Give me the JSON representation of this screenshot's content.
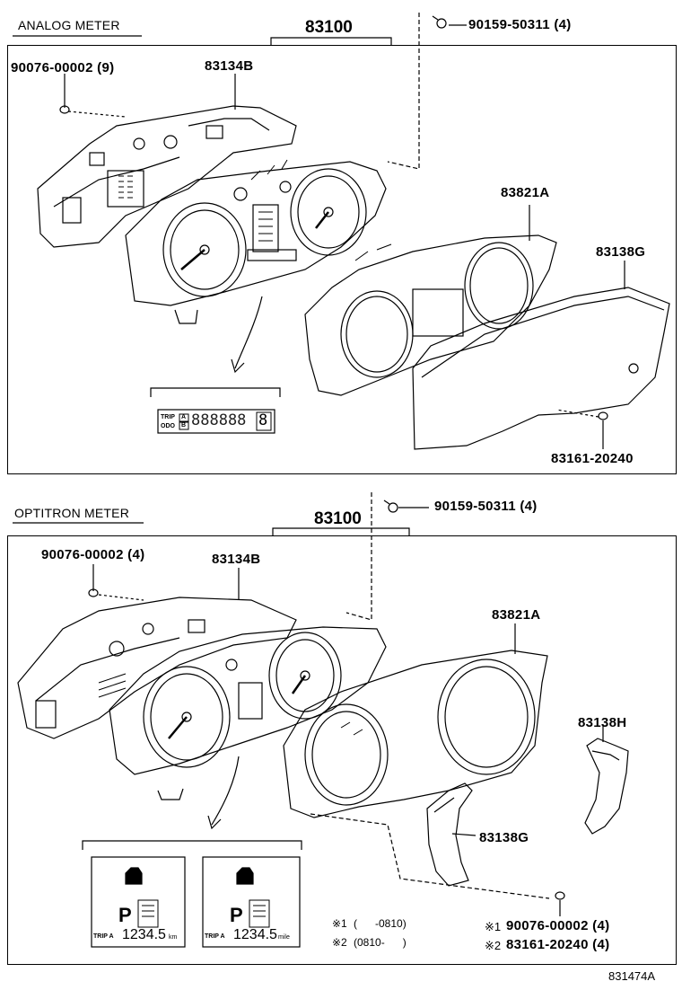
{
  "top": {
    "section_title": "ANALOG METER",
    "assembly": "83100",
    "screw_top": "90159-50311 (4)",
    "screw_left": "90076-00002 (9)",
    "housing": "83134B",
    "glass": "83821A",
    "lens": "83138G",
    "bolt": "83161-20240",
    "odo_labels": [
      "TRIP",
      "ODO"
    ],
    "odo_ab": [
      "A",
      "B"
    ],
    "odo_digits": "888888",
    "odo_last": "8"
  },
  "bottom": {
    "section_title": "OPTITRON METER",
    "assembly": "83100",
    "screw_top": "90159-50311 (4)",
    "screw_left": "90076-00002 (4)",
    "housing": "83134B",
    "glass": "83821A",
    "lens_h": "83138H",
    "lens_g": "83138G",
    "display_gear": "P",
    "display_left_trip": "TRIP A",
    "display_left_value": "1234.5",
    "display_left_unit": "km",
    "display_right_trip": "TRIP A",
    "display_right_value": "1234.5",
    "display_right_unit": "mile",
    "note1_mark": "※1",
    "note1_range": "(      -0810)",
    "note2_mark": "※2",
    "note2_range": "(0810-      )",
    "part1_mark": "※1",
    "part1": "90076-00002 (4)",
    "part2_mark": "※2",
    "part2": "83161-20240 (4)"
  },
  "figure_id": "831474A"
}
